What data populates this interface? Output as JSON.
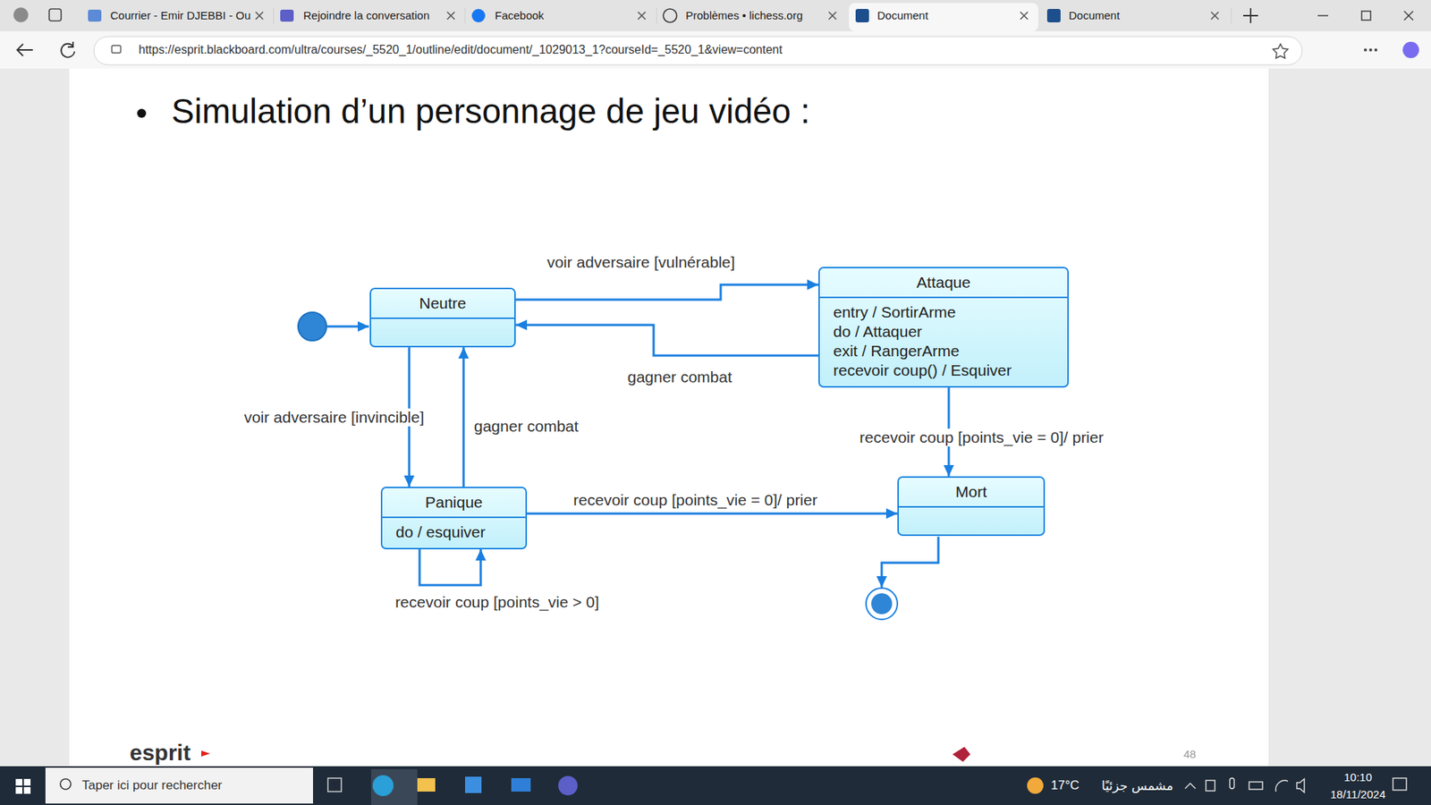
{
  "diagram": {
    "title": "Simulation d’un personnage de jeu vidéo :",
    "nodes": [
      {
        "text": [
          "Neutre"
        ]
      },
      {
        "text": [
          "Attaque",
          "entry / SortirArme",
          "do / Attaquer",
          "exit / RangerArme",
          "recevoir coup() / Esquiver"
        ]
      },
      {
        "text": [
          "Panique",
          "do / esquiver"
        ]
      },
      {
        "text": [
          "Mort"
        ]
      }
    ],
    "edges": [
      {
        "from": 0,
        "to": 1,
        "arrow": "to",
        "label": "voir adversaire [vulnérable]"
      },
      {
        "from": 1,
        "to": 0,
        "arrow": "to",
        "label": "gagner combat"
      },
      {
        "from": 0,
        "to": 2,
        "arrow": "to",
        "label": "voir adversaire [invincible]"
      },
      {
        "from": 2,
        "to": 0,
        "arrow": "to",
        "label": "gagner combat"
      },
      {
        "from": 2,
        "to": 2,
        "arrow": "to",
        "label": "recevoir coup [points_vie > 0]"
      },
      {
        "from": 2,
        "to": 3,
        "arrow": "to",
        "label": "recevoir coup [points_vie = 0]/ prier"
      },
      {
        "from": 1,
        "to": 3,
        "arrow": "to",
        "label": "recevoir coup [points_vie = 0]/ prier"
      }
    ],
    "labels": [
      "Courrier - Emir DJEBBI - Ou",
      "Rejoindre la conversation",
      "Facebook",
      "Problèmes • lichess.org",
      "Document",
      "Document",
      "https://esprit.blackboard.com/ultra/courses/_5520_1/outline/edit/document/_1029013_1?courseId=_5520_1&view=content",
      "esprit",
      "48",
      "Taper ici pour rechercher",
      "17°C",
      "مشمس جزئيًا",
      "10:10",
      "18/11/2024"
    ]
  }
}
